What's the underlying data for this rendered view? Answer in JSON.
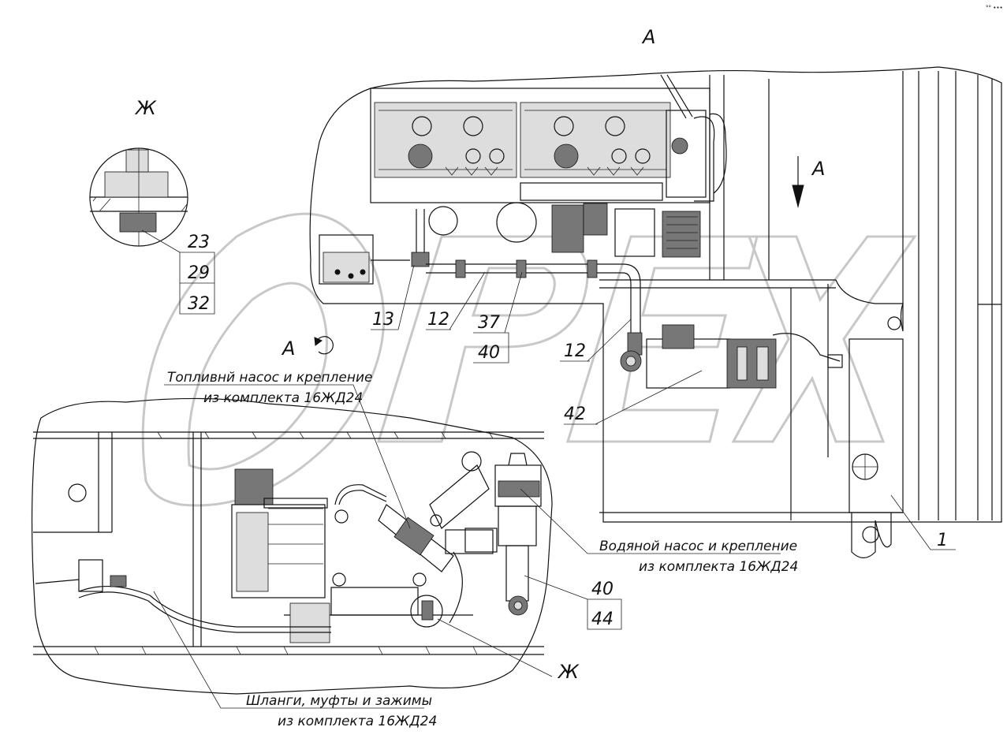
{
  "header": {
    "corner_mark": "°° •••"
  },
  "views": {
    "view_a_top": "A",
    "view_a_arrow": "A",
    "view_a_rotated": "A",
    "detail_zh_top": "Ж",
    "detail_zh_bottom": "Ж"
  },
  "callouts": {
    "c23": "23",
    "c29": "29",
    "c32": "32",
    "c13": "13",
    "c12a": "12",
    "c37": "37",
    "c40a": "40",
    "c12b": "12",
    "c42": "42",
    "c40b": "40",
    "c44": "44",
    "c1": "1"
  },
  "notes": {
    "fuel_pump_line1": "Топливнй насос и крепление",
    "fuel_pump_line2": "из комплекта 16ЖД24",
    "water_pump_line1": "Водяной насос и крепление",
    "water_pump_line2": "из комплекта 16ЖД24",
    "hoses_line1": "Шланги, муфты и зажимы",
    "hoses_line2": "из комплекта 16ЖД24"
  }
}
